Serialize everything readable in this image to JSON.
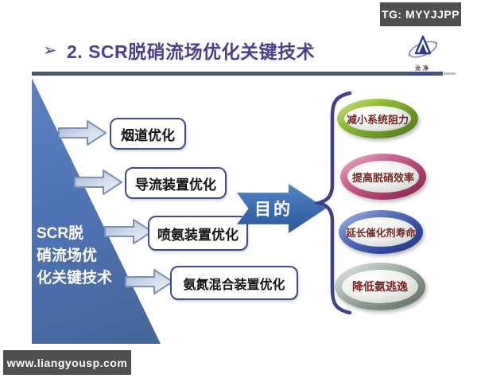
{
  "badges": {
    "top_right": "TG: MYYJJPP",
    "bottom_left": "www.liangyousp.com"
  },
  "title": {
    "bullet": "➢",
    "text": "2. SCR脱硝流场优化关键技术"
  },
  "logo": {
    "caption": "龙净"
  },
  "triangle": {
    "lines": [
      "SCR脱",
      "硝流场优",
      "化关键技术"
    ]
  },
  "flow": {
    "items": [
      {
        "label": "烟道优化"
      },
      {
        "label": "导流装置优化"
      },
      {
        "label": "喷氨装置优化"
      },
      {
        "label": "氨氮混合装置优化"
      }
    ]
  },
  "purpose": {
    "label": "目的"
  },
  "goals": {
    "items": [
      {
        "label": "减小系统阻力",
        "ring_color": "#86b22e"
      },
      {
        "label": "提高脱硝效率",
        "ring_color": "#c05580"
      },
      {
        "label": "延长催化剂寿命",
        "ring_color": "#3a55a8"
      },
      {
        "label": "降低氨逃逸",
        "ring_color": "#95a29c"
      }
    ]
  },
  "colors": {
    "title_text": "#4c3f90",
    "title_underline": "#475873",
    "triangle_fill": "#4f74b6",
    "purpose_arrow": "#3a69ad",
    "brace": "#3f3f8e",
    "badge_bg": "#4f4f51",
    "goal_text": "#7a2422",
    "box_border": "#3d4c8c"
  }
}
